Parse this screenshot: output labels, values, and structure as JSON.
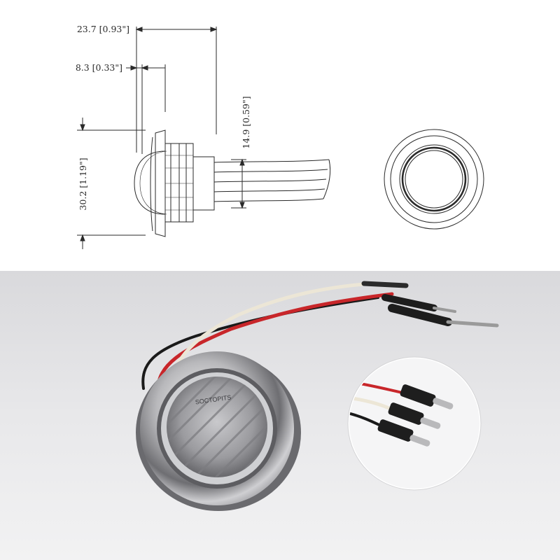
{
  "drawing": {
    "dim_overall_length": "23.7 [0.93\"]",
    "dim_bezel_depth": "8.3 [0.33\"]",
    "dim_body_diameter": "14.9 [0.59\"]",
    "dim_bezel_diameter": "30.2 [1.19\"]"
  },
  "photo": {
    "lens_marking": "SOCTOPITS",
    "inset_description": "wire-connectors"
  },
  "colors": {
    "line": "#2a2a2a",
    "wire_red": "#c8262a",
    "wire_white": "#ece6d6",
    "wire_black": "#1a1a1a",
    "photo_bg": "#e6e6e8"
  }
}
